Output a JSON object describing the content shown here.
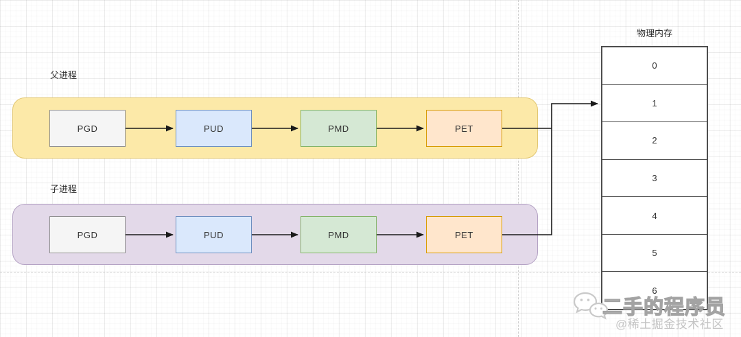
{
  "diagram": {
    "parent_process": {
      "label": "父进程",
      "nodes": [
        {
          "label": "PGD"
        },
        {
          "label": "PUD"
        },
        {
          "label": "PMD"
        },
        {
          "label": "PET"
        }
      ]
    },
    "child_process": {
      "label": "子进程",
      "nodes": [
        {
          "label": "PGD"
        },
        {
          "label": "PUD"
        },
        {
          "label": "PMD"
        },
        {
          "label": "PET"
        }
      ]
    },
    "physical_memory": {
      "title": "物理内存",
      "cells": [
        "0",
        "1",
        "2",
        "3",
        "4",
        "5",
        "6"
      ],
      "pointed_cell": "1"
    },
    "colors": {
      "parent_container_fill": "#fce9a8",
      "parent_container_border": "#e2c772",
      "child_container_fill": "#e3d9e9",
      "child_container_border": "#b4a2c4",
      "node_gray_fill": "#f5f5f5",
      "node_gray_border": "#8f8f8f",
      "node_blue_fill": "#dae8fc",
      "node_blue_border": "#6c8ebf",
      "node_green_fill": "#d5e8d4",
      "node_green_border": "#82b366",
      "node_orange_fill": "#ffe6cc",
      "node_orange_border": "#d79b00",
      "connector": "#1a1a1a",
      "memory_table_border": "#4d4d4d"
    }
  },
  "watermark": {
    "icon": "wechat-logo",
    "title": "二手的程序员",
    "subtitle": "@稀土掘金技术社区"
  }
}
